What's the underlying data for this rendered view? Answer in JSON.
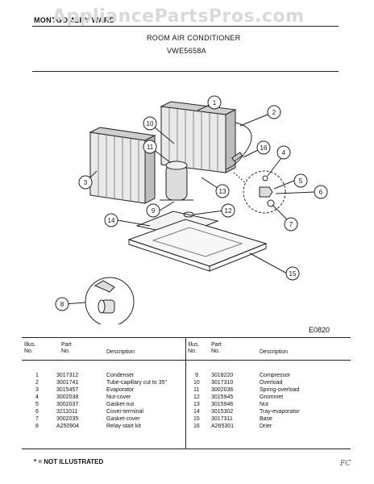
{
  "header": {
    "brand": "MONTGOMERY WARD",
    "watermark": "AppliancePartsPros.com",
    "title": "ROOM AIR CONDITIONER",
    "model": "VWE5658A"
  },
  "diagram": {
    "code": "E0820",
    "callouts": [
      "1",
      "2",
      "3",
      "4",
      "5",
      "6",
      "7",
      "8",
      "9",
      "10",
      "11",
      "12",
      "13",
      "14",
      "15",
      "16"
    ]
  },
  "table": {
    "headers": {
      "illus": "Illus.\nNo.",
      "part": "Part\nNo.",
      "desc": "Description"
    },
    "left": [
      {
        "no": "1",
        "part": "3017312",
        "desc": "Condenser"
      },
      {
        "no": "2",
        "part": "3001741",
        "desc": "Tube-capillary cut to 35\""
      },
      {
        "no": "3",
        "part": "3015457",
        "desc": "Evaporator"
      },
      {
        "no": "4",
        "part": "3002038",
        "desc": "Nut-cover"
      },
      {
        "no": "5",
        "part": "3002037",
        "desc": "Gasket-nut"
      },
      {
        "no": "6",
        "part": "3211011",
        "desc": "Cover-terminal"
      },
      {
        "no": "7",
        "part": "3002035",
        "desc": "Gasket-cover"
      },
      {
        "no": "8",
        "part": "A250904",
        "desc": "Relay-start kit"
      }
    ],
    "right": [
      {
        "no": "9",
        "part": "3018220",
        "desc": "Compressor"
      },
      {
        "no": "10",
        "part": "3017310",
        "desc": "Overload"
      },
      {
        "no": "11",
        "part": "3002036",
        "desc": "Spring-overload"
      },
      {
        "no": "12",
        "part": "3015945",
        "desc": "Grommet"
      },
      {
        "no": "13",
        "part": "3015946",
        "desc": "Nut"
      },
      {
        "no": "14",
        "part": "3015302",
        "desc": "Tray-evaporator"
      },
      {
        "no": "15",
        "part": "3017311",
        "desc": "Base"
      },
      {
        "no": "16",
        "part": "A265301",
        "desc": "Drier"
      }
    ]
  },
  "footer": {
    "note": "* = NOT ILLUSTRATED",
    "initials": "FC"
  }
}
